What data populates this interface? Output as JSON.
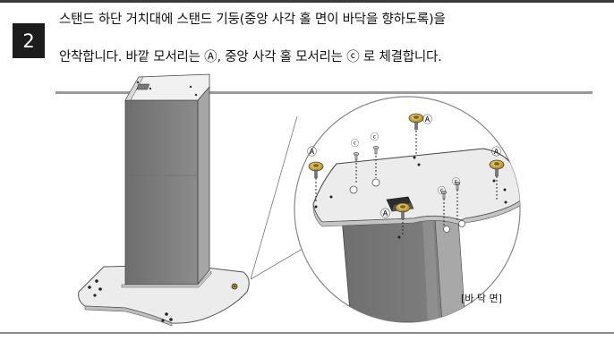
{
  "step": {
    "number": "2"
  },
  "instructions": {
    "line1": "스탠드 하단 거치대에 스탠드 기둥(중앙 사각 홀 면이 바닥을 향하도록)을",
    "line2": "안착합니다. 바깥 모서리는 Ⓐ, 중앙 사각 홀 모서리는 ⓒ 로 체결합니다."
  },
  "callouts": {
    "screw_a": "Ⓐ",
    "screw_c": "ⓒ",
    "bottom_face": "[바 닥 면]"
  },
  "colors": {
    "badge": "#1c1c1c",
    "pillar_front": "#7a7a7a",
    "pillar_side": "#9a9a9a",
    "base_plate": "#eeeeee",
    "screw_head": "#c9a43a",
    "zoom_circle": "#888888"
  }
}
